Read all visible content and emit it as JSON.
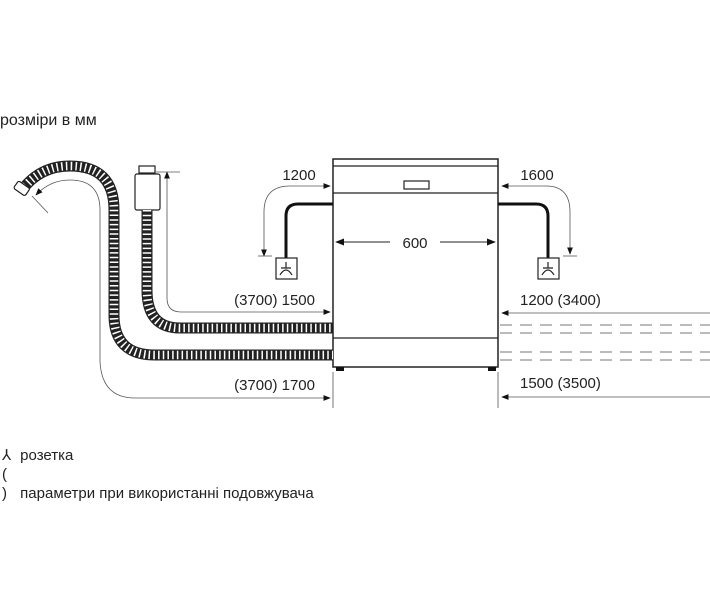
{
  "title": "розміри в мм",
  "dimensions": {
    "width": "600",
    "left_cable": "1200",
    "right_cable": "1600",
    "drain_hose": "(3700) 1500",
    "inlet_hose_left": "(3700) 1700",
    "right_upper": "1200 (3400)",
    "right_lower": "1500 (3500)"
  },
  "legend": [
    {
      "symbol": "socket-icon",
      "glyph": "⅄",
      "text": "розетка"
    },
    {
      "symbol": "parentheses",
      "glyph": "( )",
      "text": "параметри при використанні подовжувача"
    }
  ]
}
